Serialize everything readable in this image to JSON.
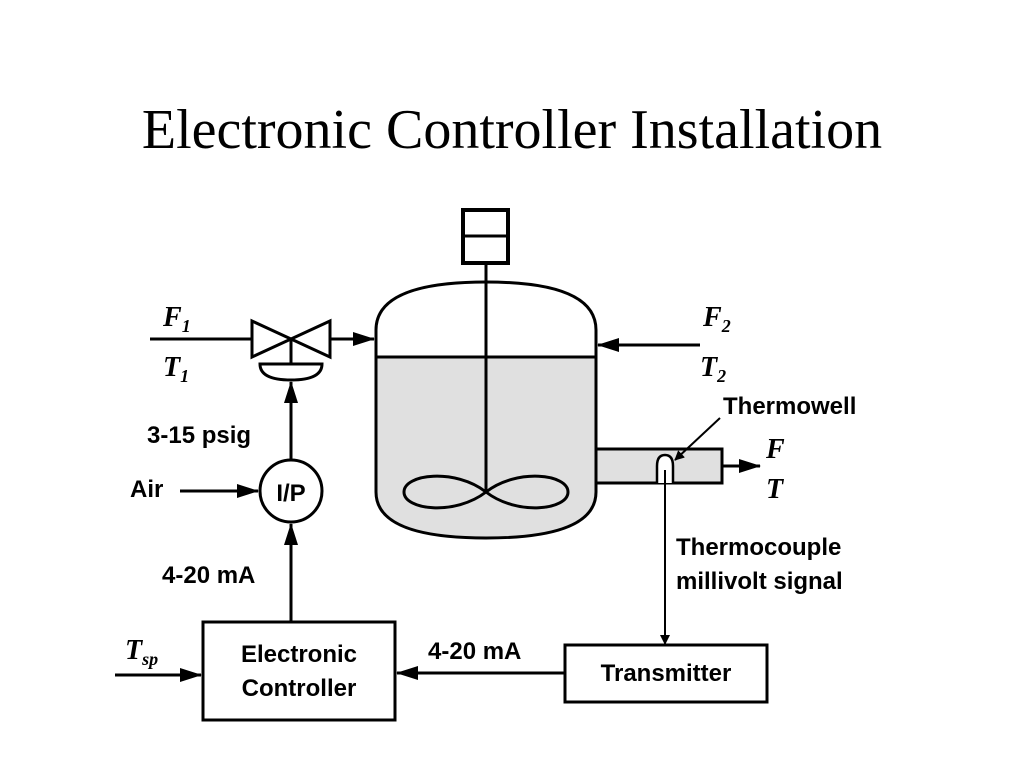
{
  "title": "Electronic Controller Installation",
  "labels": {
    "f1": "F",
    "f1_sub": "1",
    "t1": "T",
    "t1_sub": "1",
    "f2": "F",
    "f2_sub": "2",
    "t2": "T",
    "t2_sub": "2",
    "f_out": "F",
    "t_out": "T",
    "tsp": "T",
    "tsp_sub": "sp",
    "pressure_signal": "3-15 psig",
    "air": "Air",
    "ip": "I/P",
    "ma_upper": "4-20 mA",
    "ma_lower": "4-20 mA",
    "thermowell": "Thermowell",
    "thermocouple_line1": "Thermocouple",
    "thermocouple_line2": "millivolt signal",
    "controller_line1": "Electronic",
    "controller_line2": "Controller",
    "transmitter": "Transmitter"
  },
  "colors": {
    "liquid": "#e0e0e0",
    "line": "#000000"
  }
}
